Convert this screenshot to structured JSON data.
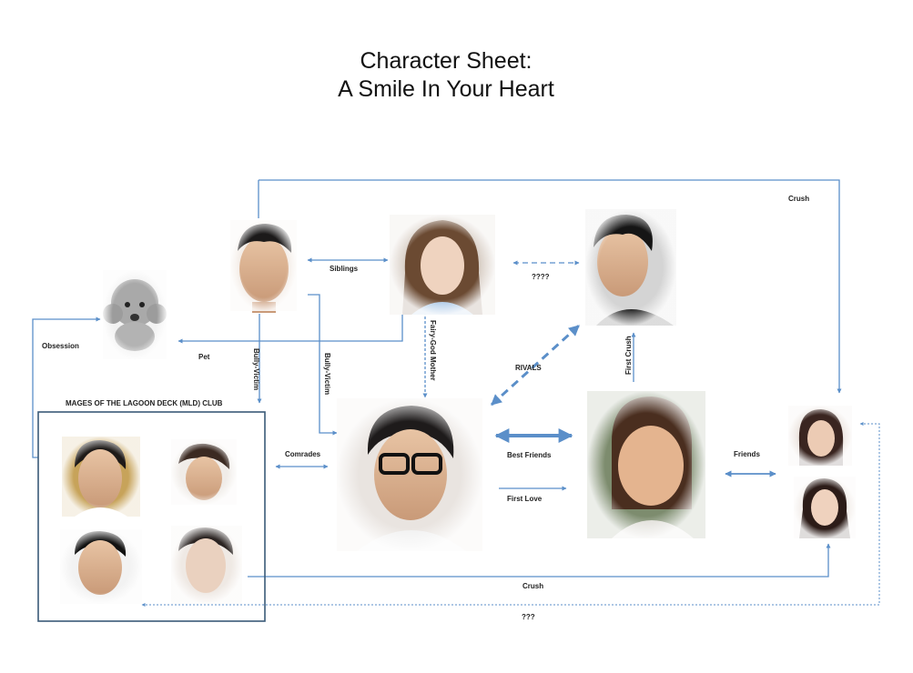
{
  "title": {
    "line1": "Character Sheet:",
    "line2": "A Smile In Your Heart"
  },
  "club": {
    "name": "MAGES OF THE LAGOON DECK (MLD) CLUB"
  },
  "relationships": {
    "crush_top": "Crush",
    "siblings": "Siblings",
    "unknown_pair": "????",
    "obsession": "Obsession",
    "pet": "Pet",
    "bully_victim_1": "Bully-Victim",
    "bully_victim_2": "Bully-Victim",
    "fairy_god_mother": "Fairy-God Mother",
    "rivals": "RIVALS",
    "first_crush": "First Crush",
    "comrades": "Comrades",
    "best_friends": "Best Friends",
    "first_love": "First Love",
    "friends": "Friends",
    "crush_bottom": "Crush",
    "unknown_bottom": "???"
  },
  "colors": {
    "arrow": "#5b8fc9",
    "club_border": "#3a5a78"
  }
}
